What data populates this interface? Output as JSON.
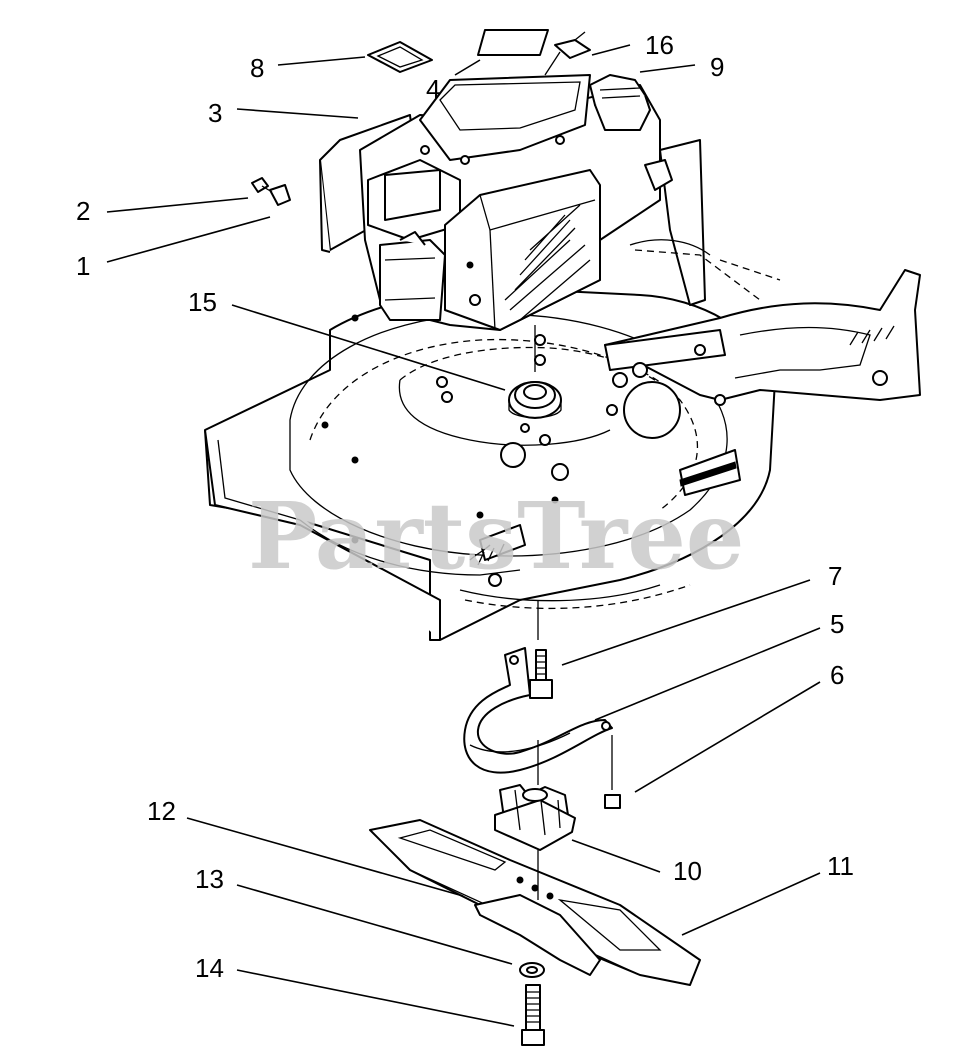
{
  "watermark": "PartsTree",
  "callouts": [
    {
      "id": "c1",
      "label": "1"
    },
    {
      "id": "c2",
      "label": "2"
    },
    {
      "id": "c3",
      "label": "3"
    },
    {
      "id": "c4",
      "label": "4"
    },
    {
      "id": "c5",
      "label": "5"
    },
    {
      "id": "c6",
      "label": "6"
    },
    {
      "id": "c7",
      "label": "7"
    },
    {
      "id": "c8",
      "label": "8"
    },
    {
      "id": "c9",
      "label": "9"
    },
    {
      "id": "c10",
      "label": "10"
    },
    {
      "id": "c11",
      "label": "11"
    },
    {
      "id": "c12",
      "label": "12"
    },
    {
      "id": "c13",
      "label": "13"
    },
    {
      "id": "c14",
      "label": "14"
    },
    {
      "id": "c15",
      "label": "15"
    },
    {
      "id": "c16",
      "label": "16"
    }
  ]
}
